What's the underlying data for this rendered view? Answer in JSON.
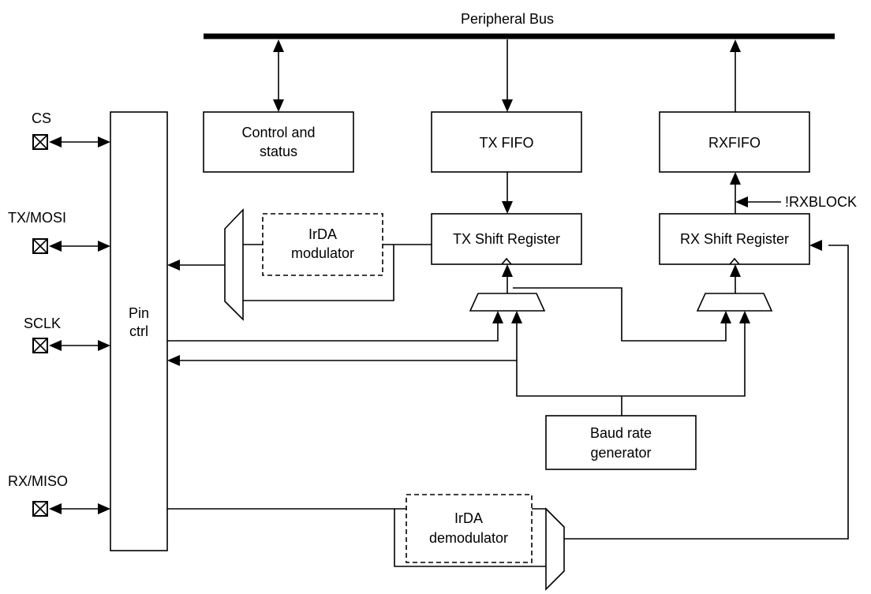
{
  "bus_label": "Peripheral Bus",
  "pins": [
    {
      "label": "CS"
    },
    {
      "label": "TX/MOSI"
    },
    {
      "label": "SCLK"
    },
    {
      "label": "RX/MISO"
    }
  ],
  "blocks": {
    "pin_ctrl": [
      "Pin",
      "ctrl"
    ],
    "control_status": [
      "Control and",
      "status"
    ],
    "tx_fifo": "TX FIFO",
    "rx_fifo": "RXFIFO",
    "tx_shift": "TX Shift Register",
    "rx_shift": "RX Shift Register",
    "irda_mod": [
      "IrDA",
      "modulator"
    ],
    "irda_demod": [
      "IrDA",
      "demodulator"
    ],
    "baud": [
      "Baud rate",
      "generator"
    ]
  },
  "rxblock_label": "!RXBLOCK"
}
